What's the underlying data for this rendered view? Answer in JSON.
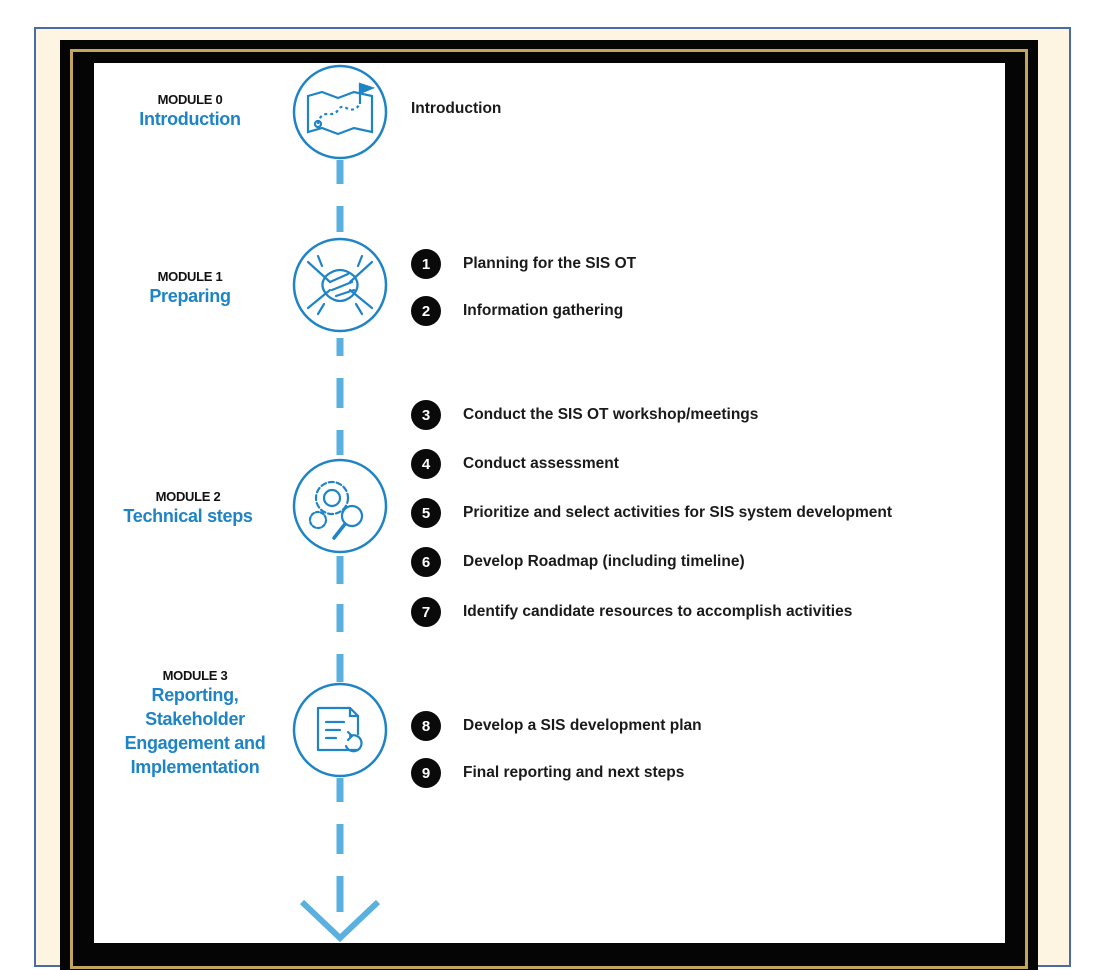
{
  "modules": [
    {
      "kicker": "MODULE 0",
      "title_lines": [
        "Introduction"
      ],
      "icon": "map-flag-icon"
    },
    {
      "kicker": "MODULE 1",
      "title_lines": [
        "Preparing"
      ],
      "icon": "handshake-icon"
    },
    {
      "kicker": "MODULE 2",
      "title_lines": [
        "Technical steps"
      ],
      "icon": "gears-magnifier-icon"
    },
    {
      "kicker": "MODULE 3",
      "title_lines": [
        "Reporting,",
        "Stakeholder",
        "Engagement and",
        "Implementation"
      ],
      "icon": "document-refresh-icon"
    }
  ],
  "intro_text": "Introduction",
  "steps": [
    {
      "num": "1",
      "text": "Planning for the SIS OT"
    },
    {
      "num": "2",
      "text": "Information gathering"
    },
    {
      "num": "3",
      "text": "Conduct the SIS OT workshop/meetings"
    },
    {
      "num": "4",
      "text": "Conduct assessment"
    },
    {
      "num": "5",
      "text": "Prioritize and select activities for SIS system development"
    },
    {
      "num": "6",
      "text": "Develop Roadmap (including timeline)"
    },
    {
      "num": "7",
      "text": "Identify candidate resources to accomplish activities"
    },
    {
      "num": "8",
      "text": "Develop a SIS development plan"
    },
    {
      "num": "9",
      "text": "Final reporting and next steps"
    }
  ],
  "colors": {
    "accent": "#1e84c6",
    "dash": "#5ab0df",
    "frame_border": "#4b6aa8",
    "frame_bg": "#fdf5e2",
    "number_badge": "#0a0a0a"
  }
}
